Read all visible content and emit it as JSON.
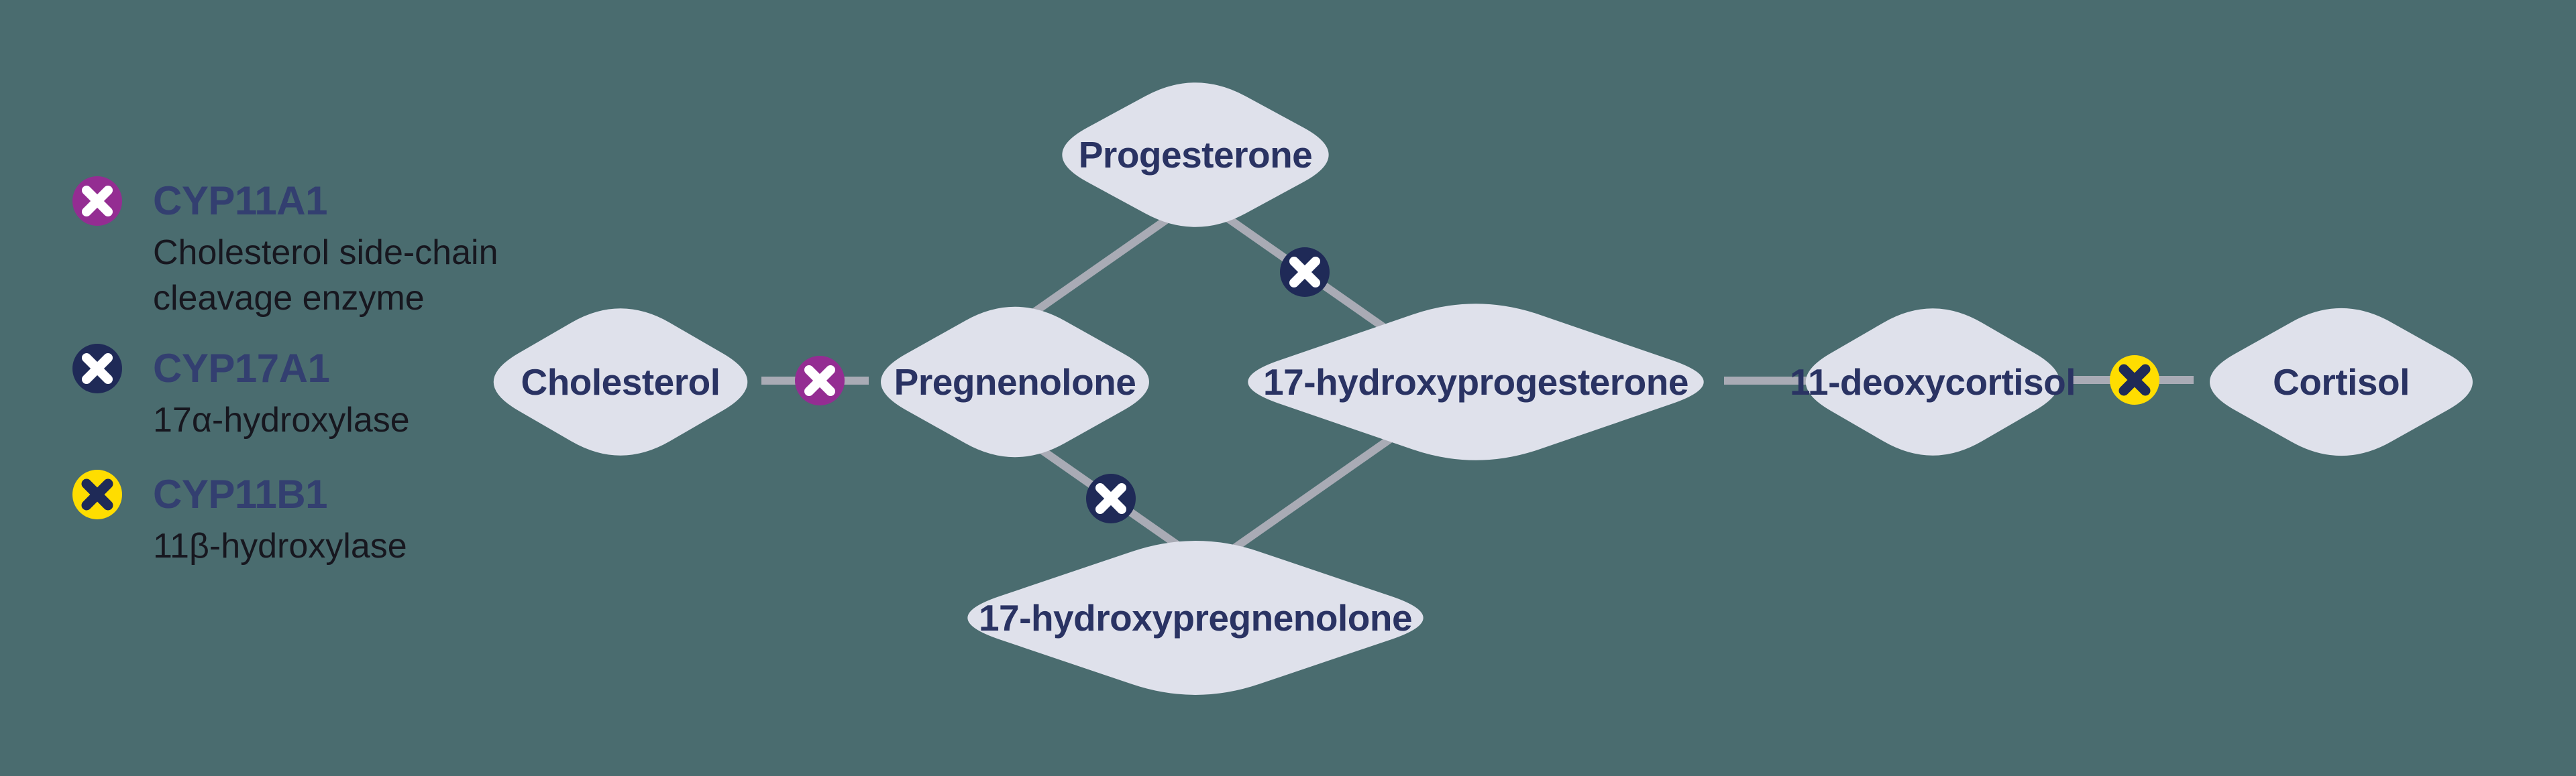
{
  "colors": {
    "background": "#4a6c6f",
    "node_fill": "#dfe1eb",
    "node_text": "#2a3363",
    "legend_title": "#333f70",
    "legend_text": "#17171f",
    "connector": "#a9abb5",
    "badge_purple": "#942d92",
    "badge_navy": "#1f2a57",
    "badge_yellow": "#ffdd00",
    "badge_x_light": "#ffffff"
  },
  "legend": {
    "items": [
      {
        "gene": "CYP11A1",
        "description": "Cholesterol side-chain cleavage enzyme",
        "badge": "purple-x-icon"
      },
      {
        "gene": "CYP17A1",
        "description": "17α-hydroxylase",
        "badge": "navy-x-icon"
      },
      {
        "gene": "CYP11B1",
        "description": "11β-hydroxylase",
        "badge": "yellow-x-icon"
      }
    ]
  },
  "pathway": {
    "nodes": [
      {
        "id": "cholesterol",
        "label": "Cholesterol"
      },
      {
        "id": "pregnenolone",
        "label": "Pregnenolone"
      },
      {
        "id": "progesterone",
        "label": "Progesterone"
      },
      {
        "id": "17-hydroxyprogesterone",
        "label": "17-hydroxyprogesterone"
      },
      {
        "id": "17-hydroxypregnenolone",
        "label": "17-hydroxypregnenolone"
      },
      {
        "id": "11-deoxycortisol",
        "label": "11-deoxycortisol"
      },
      {
        "id": "cortisol",
        "label": "Cortisol"
      }
    ],
    "edges": [
      {
        "from": "Cholesterol",
        "to": "Pregnenolone",
        "blocked_by": "CYP11A1",
        "badge": "purple-x-icon"
      },
      {
        "from": "Pregnenolone",
        "to": "Progesterone",
        "blocked_by": null,
        "badge": null
      },
      {
        "from": "Pregnenolone",
        "to": "17-hydroxypregnenolone",
        "blocked_by": "CYP17A1",
        "badge": "navy-x-icon"
      },
      {
        "from": "Progesterone",
        "to": "17-hydroxyprogesterone",
        "blocked_by": "CYP17A1",
        "badge": "navy-x-icon"
      },
      {
        "from": "17-hydroxypregnenolone",
        "to": "17-hydroxyprogesterone",
        "blocked_by": null,
        "badge": null
      },
      {
        "from": "17-hydroxyprogesterone",
        "to": "11-deoxycortisol",
        "blocked_by": null,
        "badge": null
      },
      {
        "from": "11-deoxycortisol",
        "to": "Cortisol",
        "blocked_by": "CYP11B1",
        "badge": "yellow-x-icon"
      }
    ]
  }
}
